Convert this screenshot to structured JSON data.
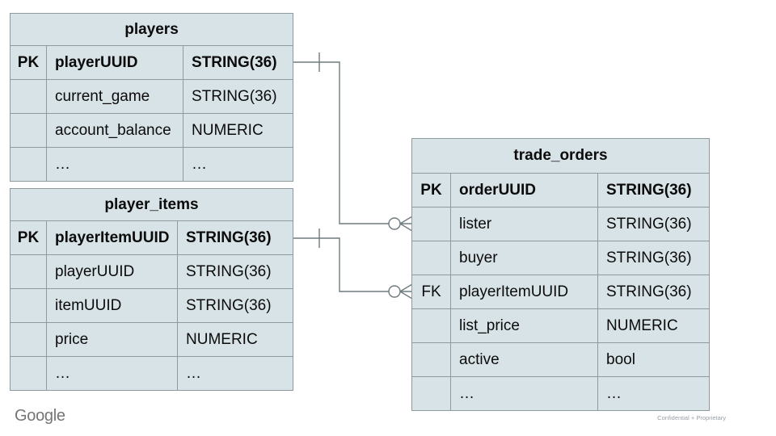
{
  "slide": {
    "footer_logo": "Google",
    "footer_note": "Confidential + Proprietary"
  },
  "colors": {
    "table_fill": "#d8e3e7",
    "table_border": "#8e9a9d",
    "connector": "#6f7a7d",
    "text": "#0b0b0b",
    "footer_gray": "#757575",
    "note_gray": "#9aa0a6"
  },
  "tables": [
    {
      "id": "players",
      "title": "players",
      "rows": [
        {
          "key": "PK",
          "name": "playerUUID",
          "type": "STRING(36)",
          "bold": true
        },
        {
          "key": "",
          "name": "current_game",
          "type": "STRING(36)",
          "bold": false
        },
        {
          "key": "",
          "name": "account_balance",
          "type": "NUMERIC",
          "bold": false
        },
        {
          "key": "",
          "name": "…",
          "type": "…",
          "bold": false
        }
      ]
    },
    {
      "id": "player_items",
      "title": "player_items",
      "rows": [
        {
          "key": "PK",
          "name": "playerItemUUID",
          "type": "STRING(36)",
          "bold": true
        },
        {
          "key": "",
          "name": "playerUUID",
          "type": "STRING(36)",
          "bold": false
        },
        {
          "key": "",
          "name": "itemUUID",
          "type": "STRING(36)",
          "bold": false
        },
        {
          "key": "",
          "name": "price",
          "type": "NUMERIC",
          "bold": false
        },
        {
          "key": "",
          "name": "…",
          "type": "…",
          "bold": false
        }
      ]
    },
    {
      "id": "trade_orders",
      "title": "trade_orders",
      "rows": [
        {
          "key": "PK",
          "name": "orderUUID",
          "type": "STRING(36)",
          "bold": true
        },
        {
          "key": "",
          "name": "lister",
          "type": "STRING(36)",
          "bold": false
        },
        {
          "key": "",
          "name": "buyer",
          "type": "STRING(36)",
          "bold": false
        },
        {
          "key": "FK",
          "name": "playerItemUUID",
          "type": "STRING(36)",
          "bold": false
        },
        {
          "key": "",
          "name": "list_price",
          "type": "NUMERIC",
          "bold": false
        },
        {
          "key": "",
          "name": "active",
          "type": "bool",
          "bold": false
        },
        {
          "key": "",
          "name": "…",
          "type": "…",
          "bold": false
        }
      ]
    }
  ],
  "relationships": [
    {
      "from_table": "players",
      "from_column": "playerUUID",
      "to_table": "trade_orders",
      "to_column": "lister",
      "from_cardinality": "one",
      "to_cardinality": "zero-or-many"
    },
    {
      "from_table": "player_items",
      "from_column": "playerItemUUID",
      "to_table": "trade_orders",
      "to_column": "playerItemUUID",
      "from_cardinality": "one",
      "to_cardinality": "zero-or-many"
    }
  ]
}
